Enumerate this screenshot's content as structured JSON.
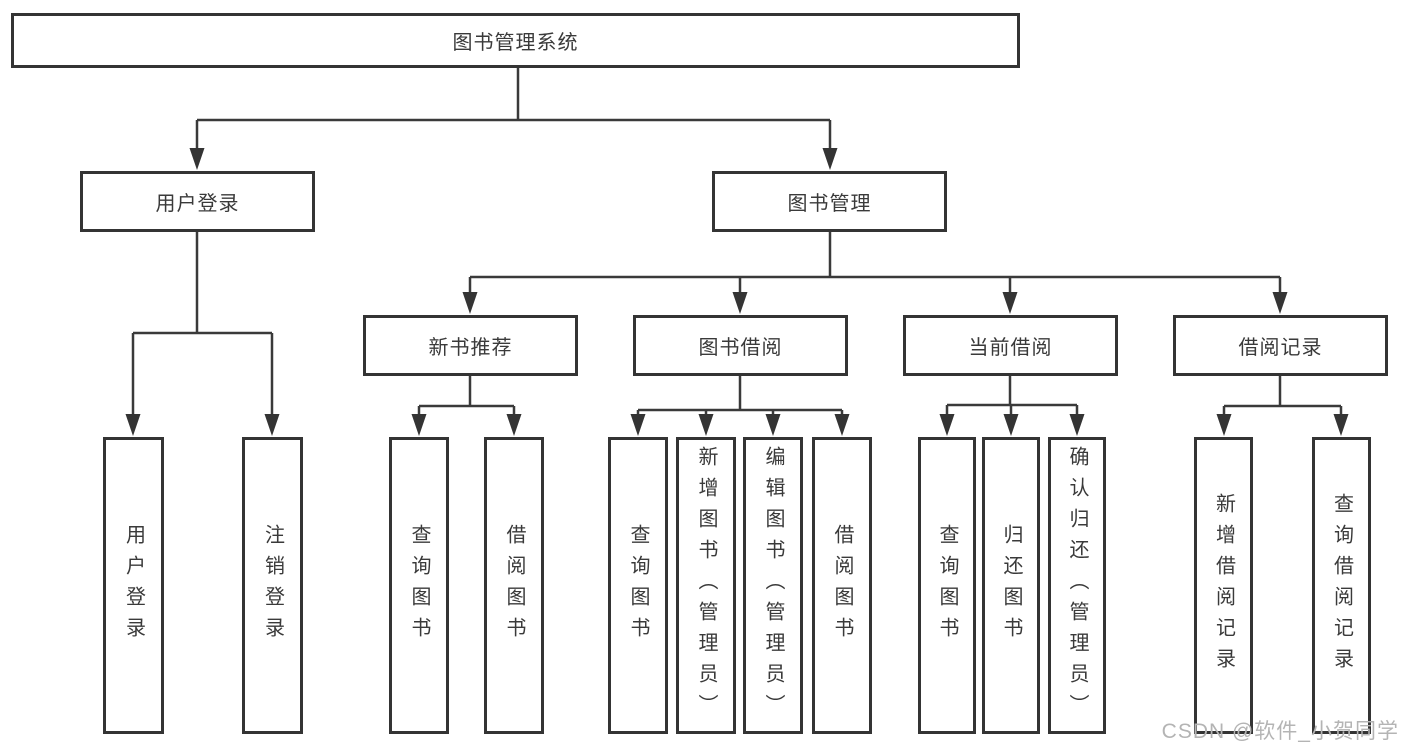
{
  "colors": {
    "line": "#3a3a3a",
    "box_border": "#343434",
    "text": "#3a3a3a",
    "background": "#ffffff",
    "watermark": "#b4b4b4"
  },
  "tree": {
    "root": {
      "label": "图书管理系统"
    },
    "level1": [
      {
        "label": "用户登录"
      },
      {
        "label": "图书管理"
      }
    ],
    "level2": [
      {
        "label": "新书推荐"
      },
      {
        "label": "图书借阅"
      },
      {
        "label": "当前借阅"
      },
      {
        "label": "借阅记录"
      }
    ],
    "leaves": {
      "user_login": [
        {
          "label": "用户登录"
        },
        {
          "label": "注销登录"
        }
      ],
      "new_book": [
        {
          "label": "查询图书"
        },
        {
          "label": "借阅图书"
        }
      ],
      "book_borrow": [
        {
          "label": "查询图书"
        },
        {
          "label": "新增图书（管理员）"
        },
        {
          "label": "编辑图书（管理员）"
        },
        {
          "label": "借阅图书"
        }
      ],
      "current_borrow": [
        {
          "label": "查询图书"
        },
        {
          "label": "归还图书"
        },
        {
          "label": "确认归还（管理员）"
        }
      ],
      "borrow_records": [
        {
          "label": "新增借阅记录"
        },
        {
          "label": "查询借阅记录"
        }
      ]
    }
  },
  "watermark": {
    "text": "CSDN @软件_小贺同学"
  }
}
